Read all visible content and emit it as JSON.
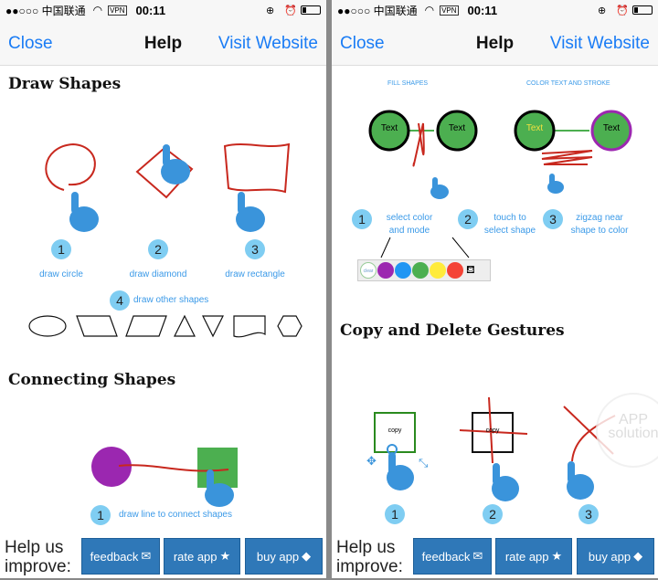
{
  "status": {
    "carrier": "●●○○○ 中国联通",
    "vpn": "VPN",
    "time": "00:11",
    "icons": "⊕ ⏰"
  },
  "nav": {
    "close": "Close",
    "title": "Help",
    "visit": "Visit Website"
  },
  "left": {
    "draw_title": "Draw Shapes",
    "steps": [
      {
        "n": "1",
        "label": "draw circle"
      },
      {
        "n": "2",
        "label": "draw diamond"
      },
      {
        "n": "3",
        "label": "draw rectangle"
      }
    ],
    "other": {
      "n": "4",
      "label": "draw other shapes"
    },
    "connect_title": "Connecting Shapes",
    "connect": {
      "n": "1",
      "label": "draw line to connect shapes"
    }
  },
  "right": {
    "fill_title": "FILL SHAPES",
    "stroke_title": "COLOR TEXT AND STROKE",
    "node_text": "Text",
    "steps": [
      {
        "n": "1",
        "label1": "select color",
        "label2": "and mode"
      },
      {
        "n": "2",
        "label1": "touch to",
        "label2": "select shape"
      },
      {
        "n": "3",
        "label1": "zigzag near",
        "label2": "shape to color"
      }
    ],
    "palette": {
      "clear": "clear",
      "colors": [
        "#9c27b0",
        "#2196f3",
        "#4caf50",
        "#ffeb3b",
        "#f44336"
      ]
    },
    "copy_title": "Copy and Delete Gestures",
    "copy_text": "copy",
    "gestures": [
      "1",
      "2",
      "3"
    ],
    "watermark": "APP solution"
  },
  "footer": {
    "help": "Help us improve:",
    "feedback": "feedback",
    "rate": "rate app",
    "buy": "buy app"
  }
}
